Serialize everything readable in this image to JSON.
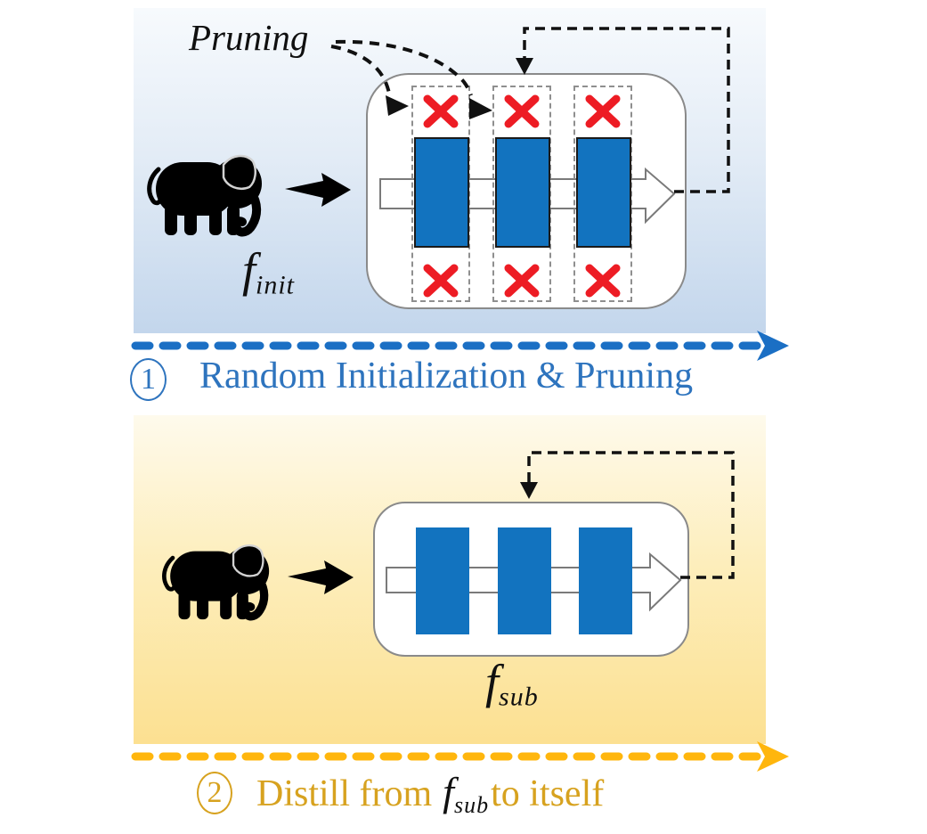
{
  "figure": {
    "type": "two-stage pruning and self-distillation pipeline diagram"
  },
  "colors": {
    "stage1_accent": "#2e74be",
    "stage1_arrow": "#1b6fc4",
    "stage1_panel_bottom": "#c3d6ec",
    "stage2_accent": "#d7a21f",
    "stage2_arrow": "#ffb60d",
    "stage2_panel_bottom": "#fce091",
    "filter_bar_blue": "#1273bf",
    "prune_x_red": "#ed1c24"
  },
  "icons": {
    "elephant": "elephant-silhouette",
    "input_arrow": "black-right-arrow",
    "prune_mark": "red-x",
    "flow_arrow": "white-outline-right-arrow",
    "feedback": "dashed-feedback-loop"
  },
  "stage1": {
    "pruning_label": "Pruning",
    "model_label": {
      "base": "f",
      "sub": "init"
    },
    "step_number": "1",
    "caption": "Random Initialization & Pruning"
  },
  "stage2": {
    "model_label": {
      "base": "f",
      "sub": "sub"
    },
    "step_number": "2",
    "caption_prefix": "Distill from",
    "caption_math": {
      "base": "f",
      "sub": "sub"
    },
    "caption_suffix": "to itself"
  }
}
